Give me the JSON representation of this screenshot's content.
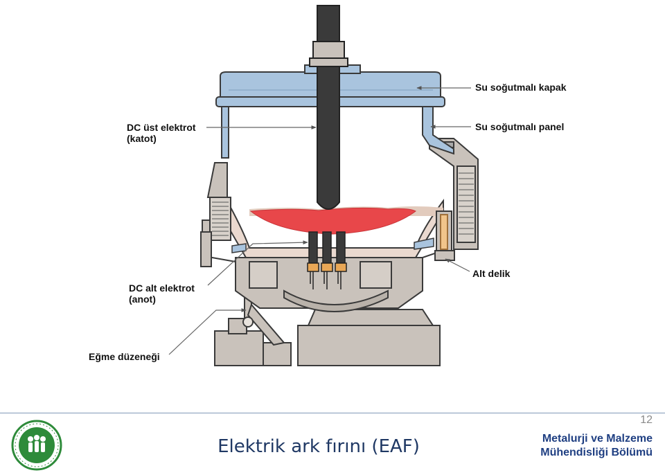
{
  "labels": {
    "water_cooled_cover": "Su soğutmalı kapak",
    "water_cooled_panel": "Su soğutmalı panel",
    "dc_top_electrode_line1": "DC üst elektrot",
    "dc_top_electrode_line2": "(katot)",
    "dc_bottom_electrode_line1": "DC alt elektrot",
    "dc_bottom_electrode_line2": "(anot)",
    "bottom_tap_hole": "Alt delik",
    "tilting_mechanism": "Eğme düzeneği"
  },
  "footer": {
    "title": "Elektrik ark fırını (EAF)",
    "page_number": "12",
    "department_line1": "Metalurji ve Malzeme",
    "department_line2": "Mühendisliği Bölümü"
  },
  "colors": {
    "cover_blue": "#a9c4de",
    "steel_gray": "#c9c2bb",
    "dark_outline": "#3a3a3a",
    "melt_red": "#e8474a",
    "refractory_beige": "#ead9cf",
    "electrode_dark": "#3a3a3a",
    "footer_blue": "#1f3f82",
    "logo_green": "#2e8b3a"
  },
  "logo": {
    "icon": "university-seal-icon"
  }
}
